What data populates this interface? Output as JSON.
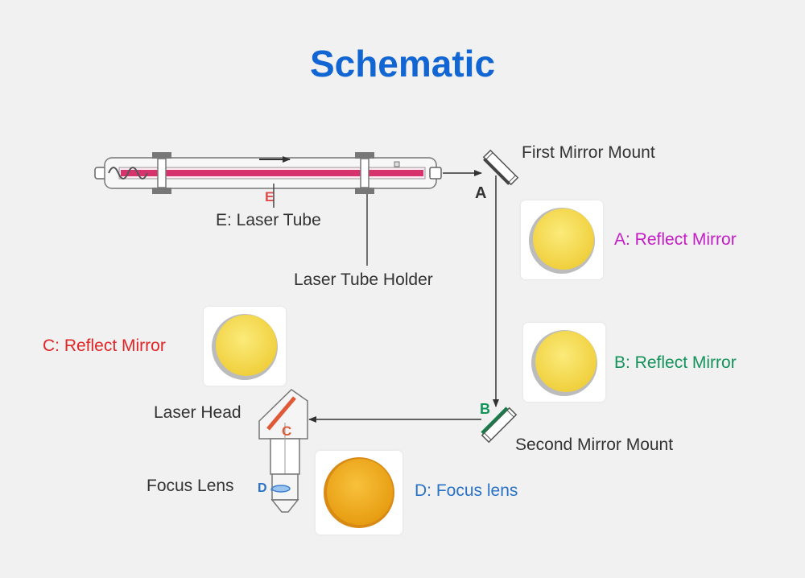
{
  "title": "Schematic",
  "labels": {
    "first_mirror_mount": "First Mirror Mount",
    "laser_tube": "E: Laser Tube",
    "laser_tube_holder": "Laser Tube Holder",
    "second_mirror_mount": "Second Mirror Mount",
    "laser_head": "Laser Head",
    "focus_lens": "Focus Lens"
  },
  "parts": {
    "a": {
      "text": "A: Reflect Mirror",
      "color": "#c41cc6"
    },
    "b": {
      "text": "B: Reflect Mirror",
      "color": "#12935a"
    },
    "c": {
      "text": "C: Reflect Mirror",
      "color": "#e02626"
    },
    "d": {
      "text": "D: Focus lens",
      "color": "#2a72c8"
    }
  },
  "markers": {
    "a": "A",
    "b": "B",
    "c": "C",
    "d": "D",
    "e": "E"
  },
  "colors": {
    "title": "#1166d4",
    "tube_core": "#d6336c",
    "mirror_gold": "#f7dc57",
    "lens_gold": "#f1b323"
  }
}
